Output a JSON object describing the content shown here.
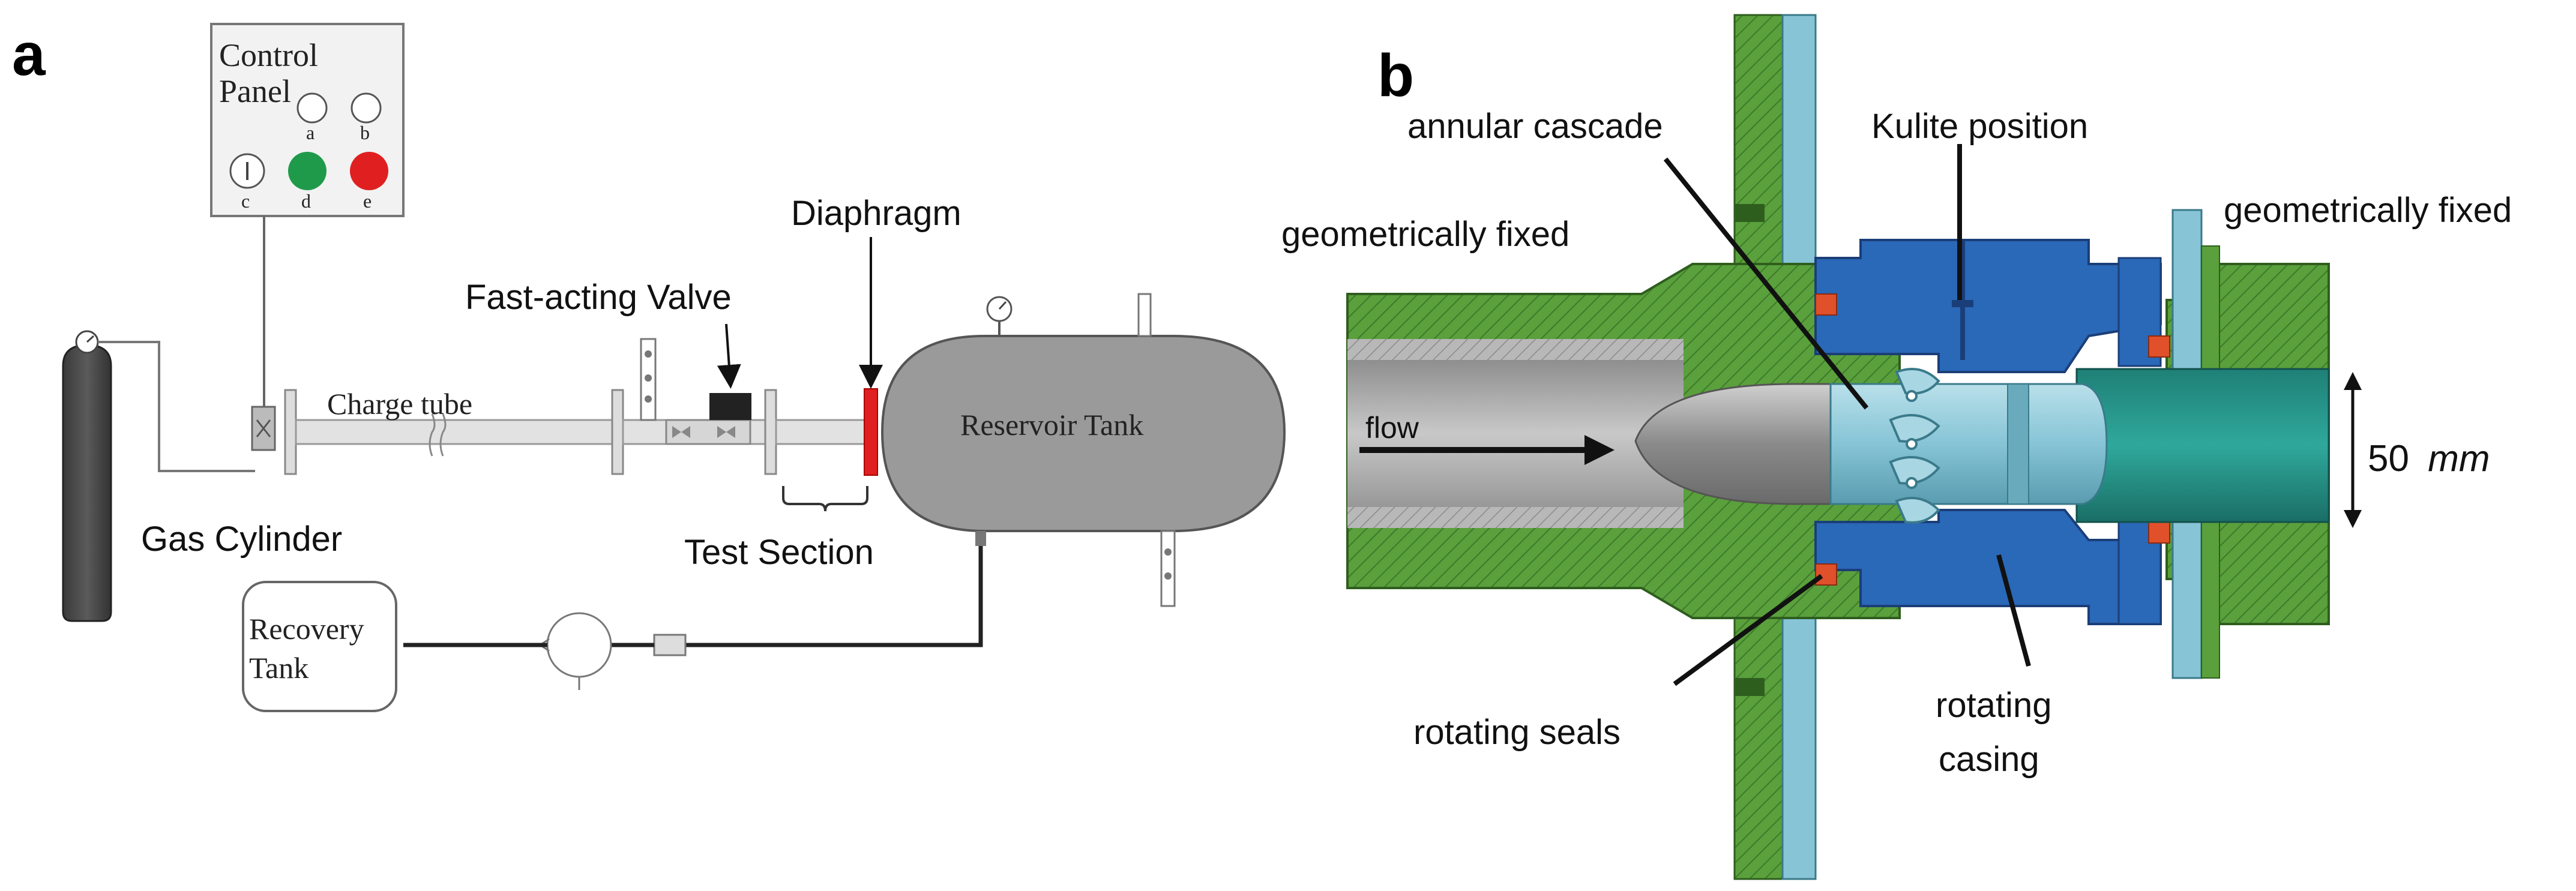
{
  "panel_a": {
    "letter": "a",
    "control_panel": {
      "line1": "Control",
      "line2": "Panel"
    },
    "button_letters": [
      "a",
      "b",
      "c",
      "d",
      "e"
    ],
    "charge_tube": "Charge tube",
    "fast_acting_valve": "Fast-acting Valve",
    "diaphragm": "Diaphragm",
    "reservoir_tank": "Reservoir Tank",
    "gas_cylinder": "Gas Cylinder",
    "test_section": "Test Section",
    "recovery_tank": {
      "line1": "Recovery",
      "line2": "Tank"
    }
  },
  "panel_b": {
    "letter": "b",
    "annular_cascade": "annular cascade",
    "kulite_position": "Kulite position",
    "geometrically_fixed_left": "geometrically fixed",
    "geometrically_fixed_right": "geometrically fixed",
    "flow": "flow",
    "dimension_value": "50",
    "dimension_unit": "mm",
    "rotating_seals": "rotating seals",
    "rotating_casing": {
      "line1": "rotating",
      "line2": "casing"
    }
  },
  "colors": {
    "green": "#5aa03c",
    "dark_green": "#3e7a2a",
    "blue": "#2a68b8",
    "light_blue": "#86c4d6",
    "teal": "#2a9a8e",
    "gray_tank": "#9a9a9a",
    "red": "#e02020",
    "button_green": "#1f9a4a",
    "seal_orange": "#e0502a"
  }
}
